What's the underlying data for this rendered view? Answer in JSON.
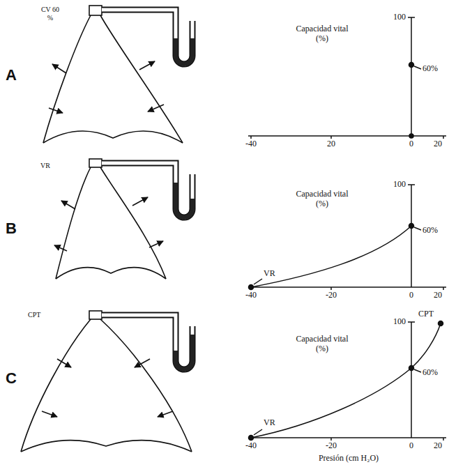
{
  "diagram": {
    "labels": [
      "A",
      "CV 60 %",
      "100",
      "Capacidad vital (%)",
      "60%",
      "-40",
      "20",
      "0",
      "20",
      "B",
      "VR",
      "100",
      "Capacidad vital (%)",
      "60%",
      "VR",
      "-40",
      "-20",
      "0",
      "20",
      "C",
      "CPT",
      "100",
      "CPT",
      "Capacidad vital (%)",
      "60%",
      "VR",
      "-40",
      "-20",
      "0",
      "20",
      "Presión (cm H₂O)"
    ]
  }
}
